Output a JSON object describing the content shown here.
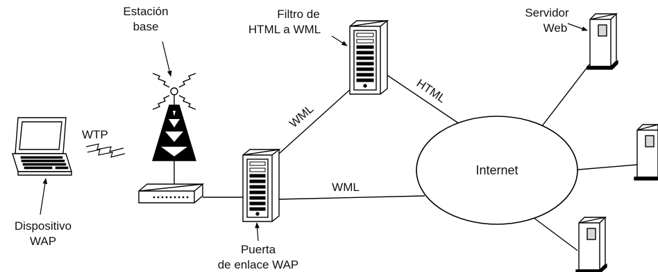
{
  "labels": {
    "estacion_line1": "Estación",
    "estacion_line2": "base",
    "filtro_line1": "Filtro de",
    "filtro_line2": "HTML a WML",
    "servidor_line1": "Servidor",
    "servidor_line2": "Web",
    "wtp": "WTP",
    "wml_diag": "WML",
    "html_diag": "HTML",
    "wml_horiz": "WML",
    "internet": "Internet",
    "dispositivo_line1": "Dispositivo",
    "dispositivo_line2": "WAP",
    "puerta_line1": "Puerta",
    "puerta_line2": "de enlace WAP"
  },
  "icons": {
    "laptop": "laptop-icon",
    "tower": "antenna-tower-icon",
    "base_station": "base-station-box-icon",
    "gateway": "server-tower-icon",
    "filter": "server-tower-icon",
    "web_server": "web-server-icon",
    "cloud": "internet-ellipse"
  },
  "colors": {
    "line": "#000000",
    "fill": "#ffffff",
    "shade": "#d8d8d8"
  }
}
